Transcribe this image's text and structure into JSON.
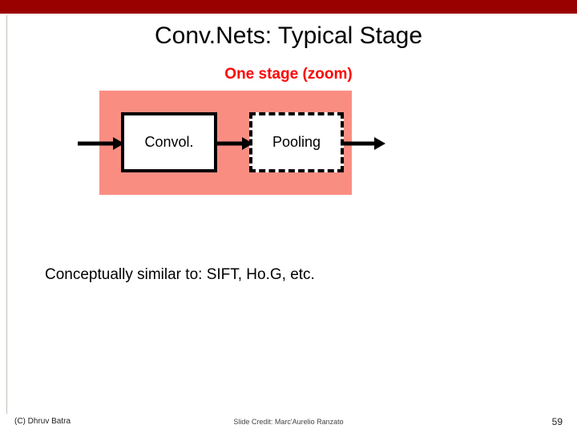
{
  "slide": {
    "title": "Conv.Nets: Typical Stage",
    "subtitle": "One stage (zoom)",
    "body_text": "Conceptually similar to: SIFT, Ho.G, etc.",
    "accent_bar_color": "#990000",
    "subtitle_color": "#ff0000",
    "panel_color": "#fa8d82"
  },
  "diagram": {
    "conv_label": "Convol.",
    "pool_label": "Pooling",
    "arrow_in": "arrow-right",
    "arrow_mid": "arrow-right",
    "arrow_out": "arrow-right"
  },
  "footer": {
    "left": "(C) Dhruv Batra",
    "center": "Slide Credit: Marc'Aurelio Ranzato",
    "page_number": "59"
  }
}
